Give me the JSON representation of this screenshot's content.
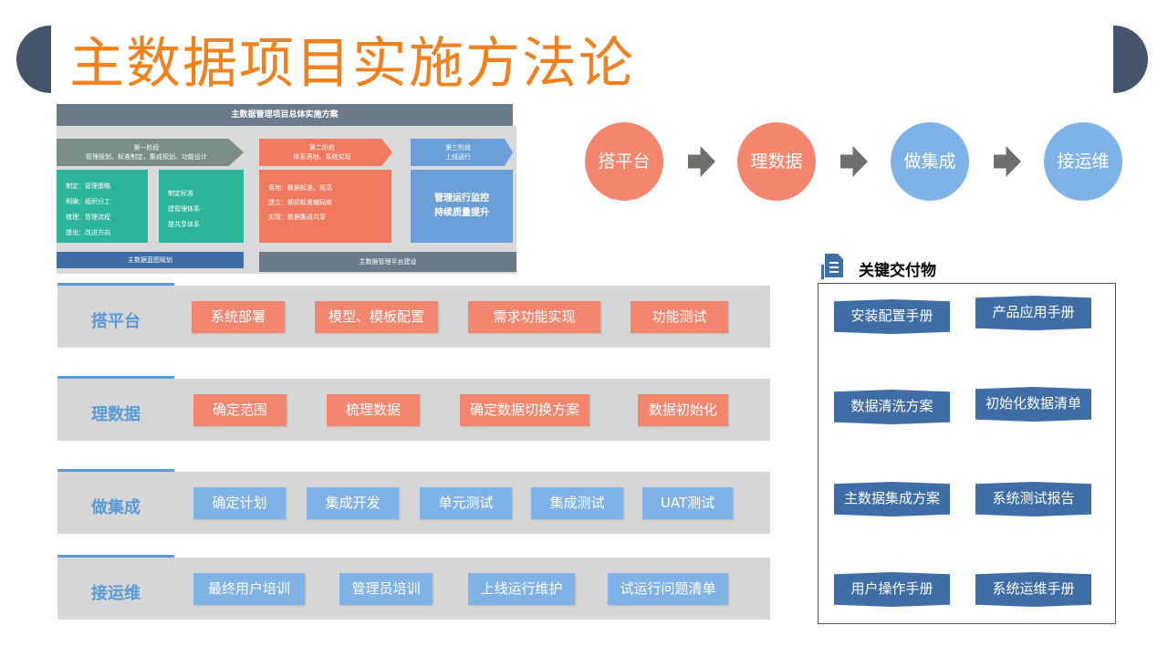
{
  "title": "主数据项目实施方法论",
  "overview": {
    "header": "主数据管理项目总体实施方案",
    "phase1": {
      "name": "第一阶段",
      "desc": "管理规划、标准制定、集成规划、功能设计",
      "box1": [
        "制定：管理策略",
        "明确：组织分工",
        "梳理：管理流程",
        "提出：改进方向"
      ],
      "box2": [
        "制定标准",
        "建管理体系",
        "提共享体系"
      ]
    },
    "phase2": {
      "name": "第二阶段",
      "desc": "体系落地、系统实现",
      "box": [
        "落地：数据标准、规范",
        "建立：期初标准编码库",
        "实现：数据集成共享"
      ]
    },
    "phase3": {
      "name": "第三阶段",
      "desc": "上线运行",
      "box": [
        "管理运行监控",
        "持续质量提升"
      ]
    },
    "bar_left": "主数据蓝图规划",
    "bar_right": "主数据管理平台建设"
  },
  "flow": [
    "搭平台",
    "理数据",
    "做集成",
    "接运维"
  ],
  "rows": [
    {
      "title": "搭平台",
      "items": [
        "系统部署",
        "模型、模板配置",
        "需求功能实现",
        "功能测试"
      ]
    },
    {
      "title": "理数据",
      "items": [
        "确定范围",
        "梳理数据",
        "确定数据切换方案",
        "数据初始化"
      ]
    },
    {
      "title": "做集成",
      "items": [
        "确定计划",
        "集成开发",
        "单元测试",
        "集成测试",
        "UAT测试"
      ]
    },
    {
      "title": "接运维",
      "items": [
        "最终用户培训",
        "管理员培训",
        "上线运行维护",
        "试运行问题清单"
      ]
    }
  ],
  "deliverables": {
    "title": "关键交付物",
    "items": [
      "安装配置手册",
      "产品应用手册",
      "数据清洗方案",
      "初始化数据清单",
      "主数据集成方案",
      "系统测试报告",
      "用户操作手册",
      "系统运维手册"
    ]
  },
  "colors": {
    "accent": "#f0811d",
    "red": "#f4866f",
    "blue": "#7fb3e8",
    "ribbon": "#3e6ea5",
    "row_title": "#5b9bd5"
  }
}
